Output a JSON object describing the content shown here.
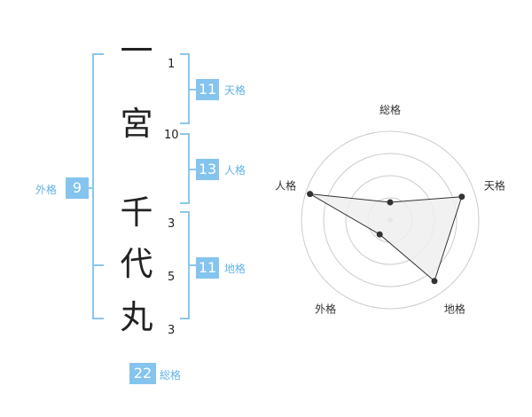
{
  "name": {
    "characters": [
      {
        "char": "一",
        "strokes": "1"
      },
      {
        "char": "宮",
        "strokes": "10"
      },
      {
        "char": "",
        "strokes": ""
      },
      {
        "char": "千",
        "strokes": "3"
      },
      {
        "char": "代",
        "strokes": "5"
      },
      {
        "char": "丸",
        "strokes": "3"
      }
    ]
  },
  "fortunes": {
    "ten": {
      "value": "11",
      "label": "天格"
    },
    "jin": {
      "value": "13",
      "label": "人格"
    },
    "chi": {
      "value": "11",
      "label": "地格"
    },
    "gai": {
      "value": "9",
      "label": "外格"
    },
    "sou": {
      "value": "22",
      "label": "総格"
    }
  },
  "colors": {
    "accent": "#84c4ee",
    "bracket": "#8bc7ec",
    "accent_text": "#62b2e6",
    "ring": "#cccccc",
    "polygon_fill": "#efefef",
    "polygon_stroke": "#333333"
  },
  "chart_data": {
    "type": "radar",
    "axes": [
      "総格",
      "天格",
      "地格",
      "外格",
      "人格"
    ],
    "values": [
      0.2,
      0.85,
      0.85,
      0.2,
      0.95
    ],
    "range": [
      0,
      1
    ],
    "rings": 4
  }
}
